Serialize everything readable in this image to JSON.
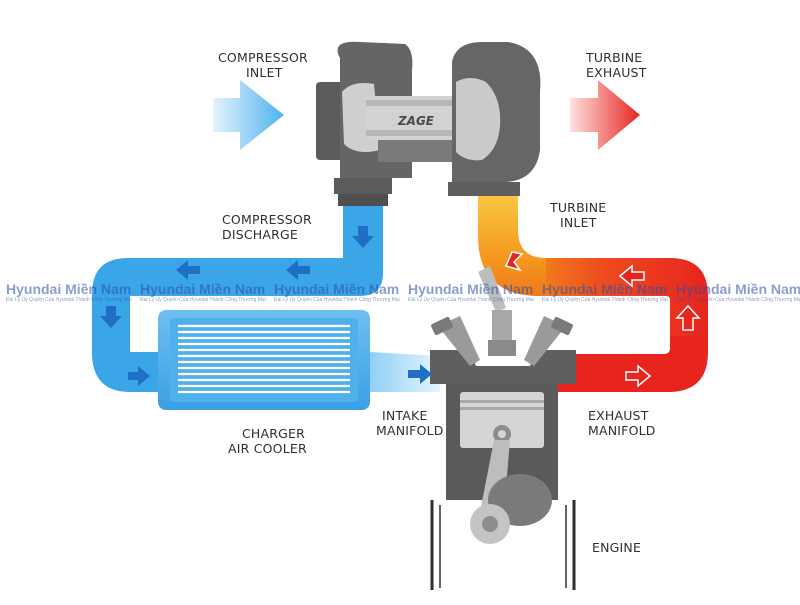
{
  "labels": {
    "compressor_inlet": [
      "COMPRESSOR",
      "INLET"
    ],
    "turbine_exhaust": [
      "TURBINE",
      "EXHAUST"
    ],
    "compressor_discharge": [
      "COMPRESSOR",
      "DISCHARGE"
    ],
    "turbine_inlet": [
      "TURBINE",
      "INLET"
    ],
    "charger_air_cooler": [
      "CHARGER",
      "AIR COOLER"
    ],
    "intake_manifold": [
      "INTAKE",
      "MANIFOLD"
    ],
    "exhaust_manifold": [
      "EXHAUST",
      "MANIFOLD"
    ],
    "engine": "ENGINE"
  },
  "turbo_brand": "ZAGE",
  "watermark": {
    "title": "Hyundai Miền Nam",
    "subtitle": "Đại Lý Ủy Quyền Của Hyundai Thành Công Thương Mại"
  },
  "colors": {
    "cold_light": "#d4ecfb",
    "cold": "#3aa6e8",
    "hot": "#e8241f",
    "hot_mid": "#f26a1b",
    "warm": "#f6a623",
    "metal_dark": "#636363",
    "metal_light": "#c9c9c9"
  }
}
